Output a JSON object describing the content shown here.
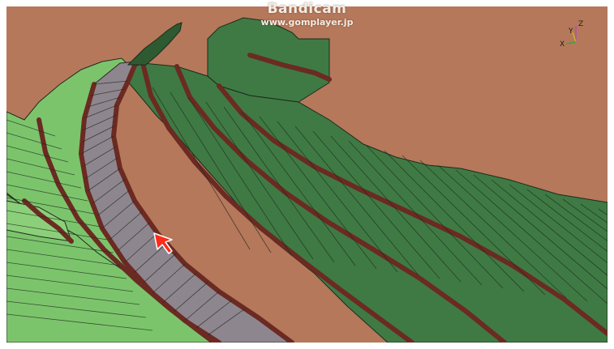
{
  "watermark": {
    "title": "Bandicam",
    "url": "www.gomplayer.jp"
  },
  "axis_triad": {
    "z_label": "Z",
    "y_label": "Y",
    "x_label": "X"
  },
  "colors": {
    "terrain": "#b5785a",
    "slope_dark_green": "#3f7a44",
    "slope_light_green": "#7cc46c",
    "berm_brown": "#6b2a22",
    "road_gray": "#8e868e",
    "mesh_line": "#1d2a1d",
    "cursor_red": "#ff2a1a"
  },
  "icons": {
    "axis_triad": "xyz-axis-triad-icon",
    "cursor": "mouse-pointer-icon"
  }
}
